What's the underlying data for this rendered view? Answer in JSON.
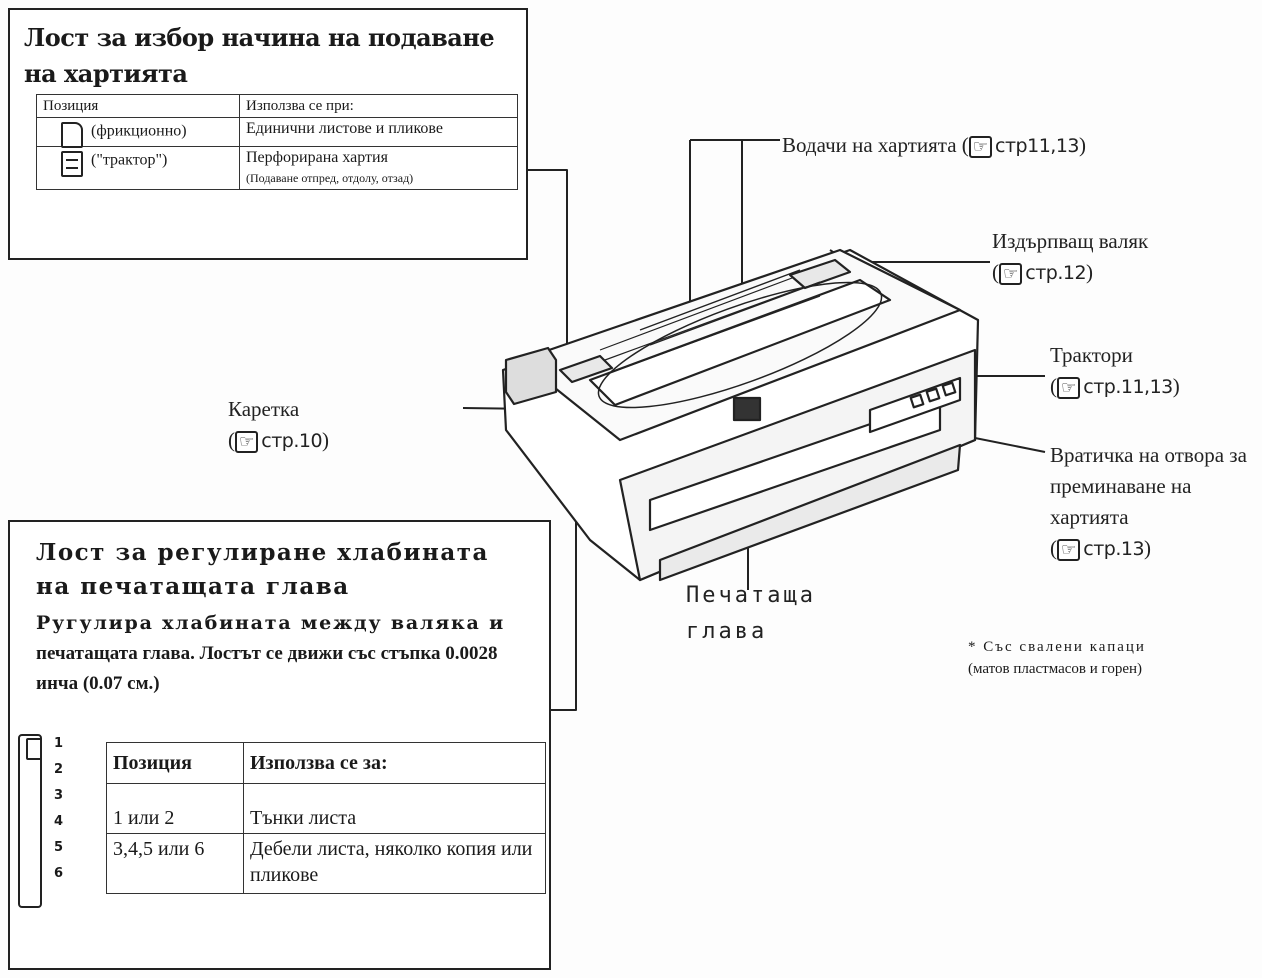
{
  "feed_lever": {
    "title": "Лост за избор начина на подаване на хартията",
    "table": {
      "headers": [
        "Позиция",
        "Използва се при:"
      ],
      "rows": [
        {
          "symbol": "friction-icon",
          "position": "(фрикционно)",
          "usage": "Единични листове и пликове",
          "note": ""
        },
        {
          "symbol": "tractor-icon",
          "position": "(\"трактор\")",
          "usage": "Перфорирана хартия",
          "note": "(Подаване отпред, отдолу, отзад)"
        }
      ]
    }
  },
  "gap_lever": {
    "title": "Лост за регулиране хлабината на печатащата глава",
    "desc_spaced": "Ругулира хлабината между валяка и",
    "desc_rest": "печатащата глава. Лостът се движи със стъпка 0.0028 инча (0.07 см.)",
    "scale_numbers": [
      "1",
      "2",
      "3",
      "4",
      "5",
      "6"
    ],
    "table": {
      "headers": [
        "Позиция",
        "Използва се за:"
      ],
      "rows": [
        {
          "position": "1 или 2",
          "usage": "Тънки листа"
        },
        {
          "position": "3,4,5 или 6",
          "usage": "Дебели листа, няколко копия или пликове"
        }
      ]
    }
  },
  "callouts": {
    "guides": {
      "label": "Водачи на хартията",
      "ref": "стр11,13"
    },
    "pull_roller": {
      "label": "Издърпващ валяк",
      "ref": "стр.12"
    },
    "tractors": {
      "label": "Трактори",
      "ref": "стр.11,13"
    },
    "cover": {
      "label": "Вратичка на отвора за преминаване на хартията",
      "ref": "стр.13"
    },
    "carriage": {
      "label": "Каретка",
      "ref": "стр.10"
    },
    "printhead": {
      "label": "Печатаща глава"
    }
  },
  "note": {
    "line1": "Със свалени капаци",
    "line2": "(матов пластмасов и горен)"
  }
}
